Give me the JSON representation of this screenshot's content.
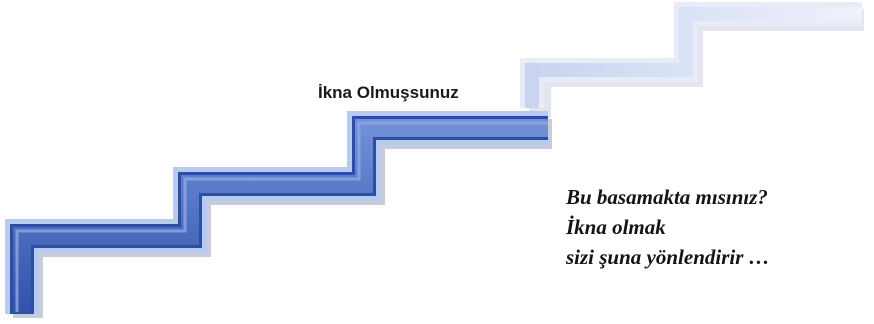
{
  "diagram": {
    "stage_label": "İkna Olmuşsunuz",
    "question_lines": [
      "Bu basamakta mısınız?",
      "İkna olmak",
      "sizi şuna yönlendirir …"
    ],
    "colors": {
      "active_step_fill": "#4a6fc8",
      "active_step_dark": "#2c4ea6",
      "active_step_rim": "#a9c0ea",
      "inactive_step_fill": "#dfe6f6",
      "inactive_step_rim": "#eef2fb",
      "shadow": "#c6cad6"
    }
  }
}
